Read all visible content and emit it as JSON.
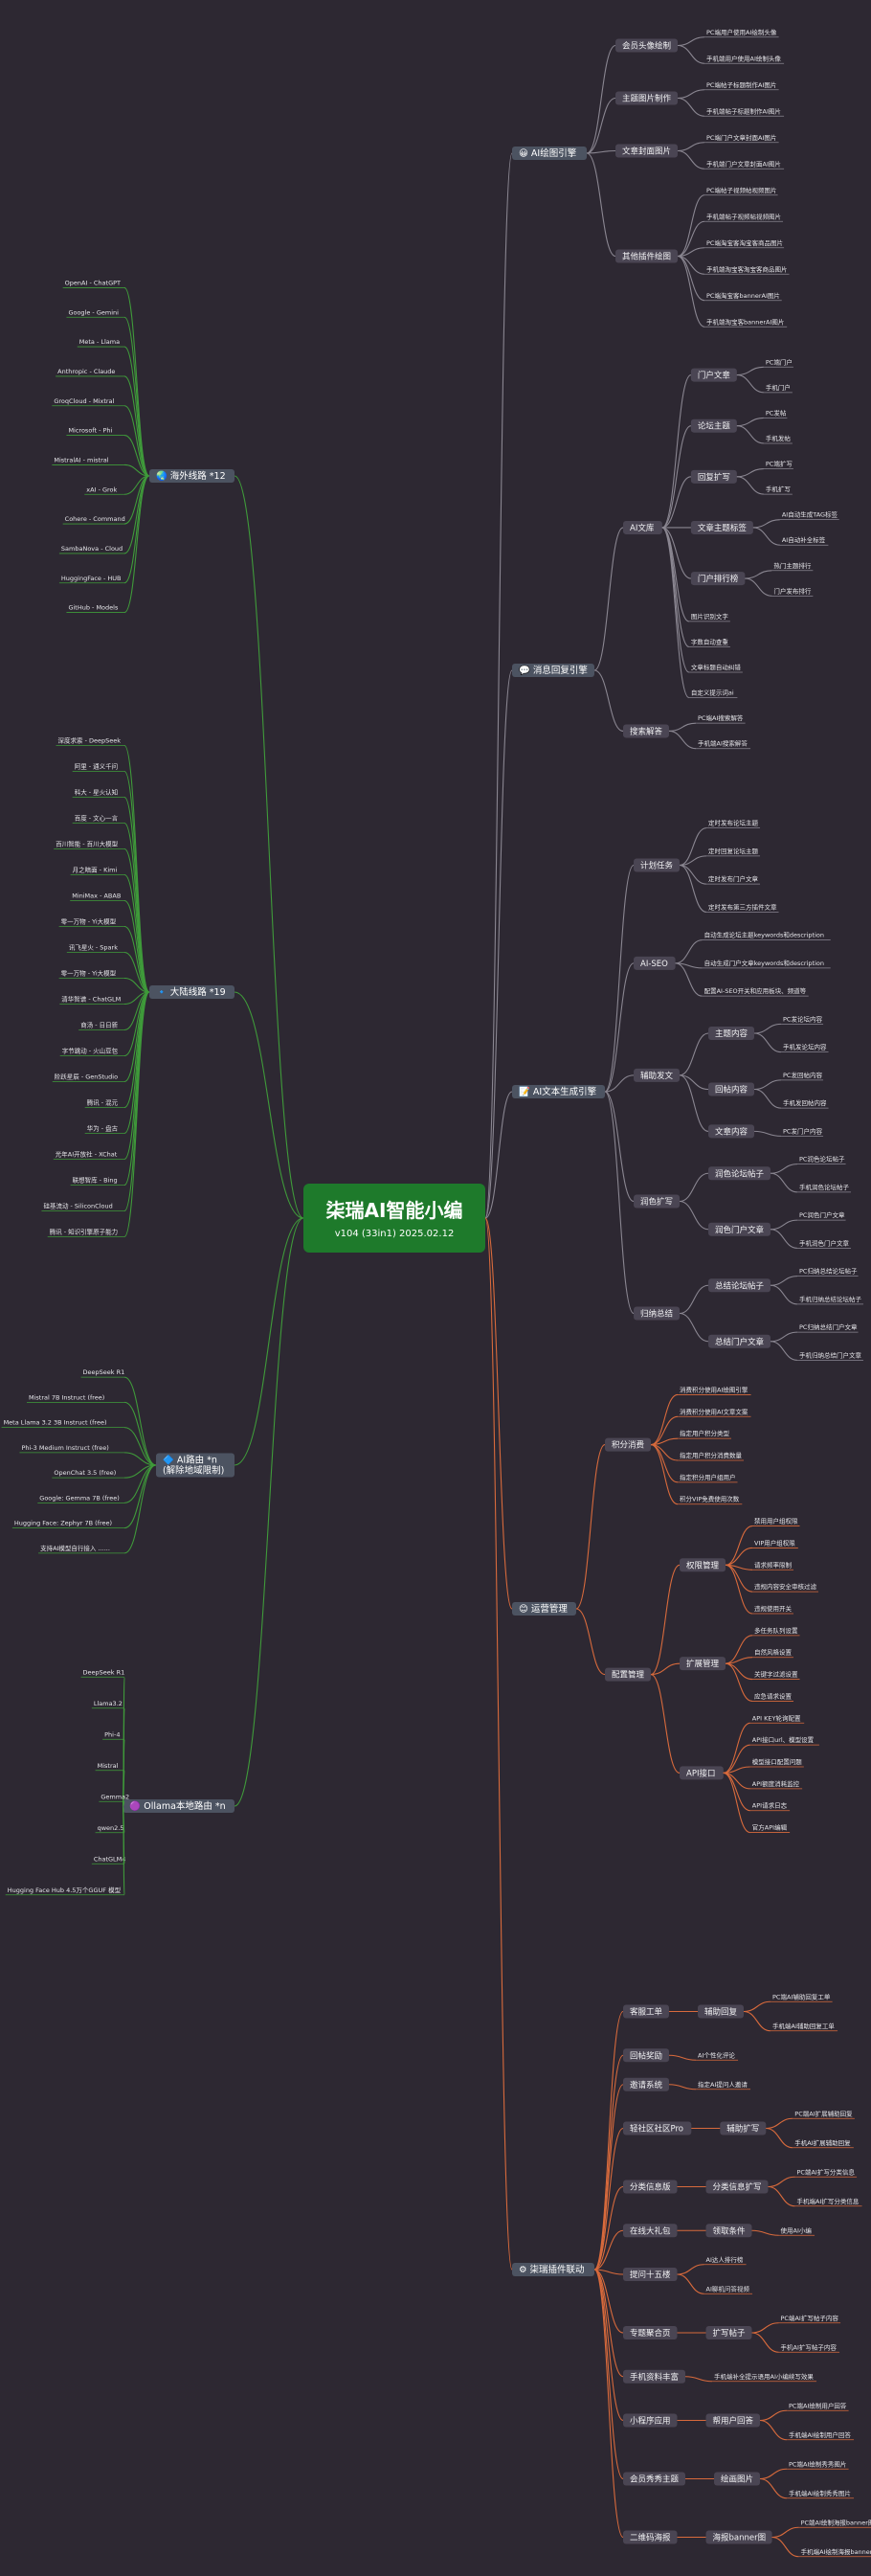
{
  "root": {
    "title": "柒瑞AI智能小编",
    "subtitle": "v104 (33in1) 2025.02.12"
  },
  "colors": {
    "green": "#3f9a3a",
    "grey": "#8a8691",
    "orange": "#d86a3c",
    "blue": "#4a8fd8",
    "yellow": "#f2c12e",
    "pink": "#d04ca0"
  },
  "branches": [
    {
      "label": "AI绘图引擎",
      "icon": "😀",
      "color": "grey",
      "children": [
        {
          "label": "会员头像绘制",
          "children": [
            "PC端用户使用AI绘制头像",
            "手机端用户使用AI绘制头像"
          ]
        },
        {
          "label": "主题图片制作",
          "children": [
            "PC端帖子标题制作AI图片",
            "手机端帖子标题制作AI图片"
          ]
        },
        {
          "label": "文章封面图片",
          "children": [
            "PC端门户文章封面AI图片",
            "手机端门户文章封面AI图片"
          ]
        },
        {
          "label": "其他插件绘图",
          "children": [
            "PC端帖子视频帖视频图片",
            "手机端帖子视频帖视频图片",
            "PC端淘宝客淘宝客商品图片",
            "手机端淘宝客淘宝客商品图片",
            "PC端淘宝客bannerAI图片",
            "手机端淘宝客bannerAI图片"
          ]
        }
      ]
    },
    {
      "label": "消息回复引擎",
      "icon": "💬",
      "color": "grey",
      "children": [
        {
          "label": "AI文库",
          "children": [
            {
              "label": "门户文章",
              "children": [
                "PC端门户",
                "手机门户"
              ]
            },
            {
              "label": "论坛主题",
              "children": [
                "PC发帖",
                "手机发帖"
              ]
            },
            {
              "label": "回复扩写",
              "children": [
                "PC端扩写",
                "手机扩写"
              ]
            },
            {
              "label": "文章主题标签",
              "children": [
                "AI自动生成TAG标签",
                "AI自动补全标签"
              ]
            },
            {
              "label": "门户排行榜",
              "children": [
                "热门主题排行",
                "门户发布排行"
              ]
            },
            {
              "label": "图片识别文字"
            },
            {
              "label": "字数自动查重"
            },
            {
              "label": "文章标题自动纠错"
            },
            {
              "label": "自定义提示词ai"
            }
          ]
        },
        {
          "label": "搜索解答",
          "children": [
            "PC端AI搜索解答",
            "手机端AI搜索解答"
          ]
        }
      ]
    },
    {
      "label": "AI文本生成引擎",
      "icon": "📝",
      "color": "grey",
      "children": [
        {
          "label": "计划任务",
          "children": [
            "定时发布论坛主题",
            "定时回复论坛主题",
            "定时发布门户文章",
            "定时发布第三方插件文章"
          ]
        },
        {
          "label": "AI-SEO",
          "children": [
            "自动生成论坛主题keywords和description",
            "自动生成门户文章keywords和description",
            "配置AI-SEO开关和应用板块、频道等"
          ]
        },
        {
          "label": "辅助发文",
          "children": [
            {
              "label": "主题内容",
              "children": [
                "PC发论坛内容",
                "手机发论坛内容"
              ]
            },
            {
              "label": "回帖内容",
              "children": [
                "PC发回帖内容",
                "手机发回帖内容"
              ]
            },
            {
              "label": "文章内容",
              "children": [
                "PC发门户内容"
              ]
            }
          ]
        },
        {
          "label": "润色扩写",
          "children": [
            {
              "label": "润色论坛帖子",
              "children": [
                "PC润色论坛帖子",
                "手机润色论坛帖子"
              ]
            },
            {
              "label": "润色门户文章",
              "children": [
                "PC润色门户文章",
                "手机润色门户文章"
              ]
            }
          ]
        },
        {
          "label": "归纳总结",
          "children": [
            {
              "label": "总结论坛帖子",
              "children": [
                "PC归纳总结论坛帖子",
                "手机归纳总结论坛帖子"
              ]
            },
            {
              "label": "总结门户文章",
              "children": [
                "PC归纳总结门户文章",
                "手机归纳总结门户文章"
              ]
            }
          ]
        }
      ]
    },
    {
      "label": "运营管理",
      "icon": "😊",
      "color": "orange",
      "children": [
        {
          "label": "积分消费",
          "children": [
            "消费积分使用AI绘图引擎",
            "消费积分使用AI文章文案",
            "指定用户积分类型",
            "指定用户积分消费数量",
            "指定积分用户组用户",
            "积分VIP免费使用次数"
          ]
        },
        {
          "label": "配置管理",
          "children": [
            {
              "label": "权限管理",
              "children": [
                "禁用用户组权限",
                "VIP用户组权限",
                "请求频率限制",
                "违规内容安全审核过滤",
                "违规使用开关"
              ]
            },
            {
              "label": "扩展管理",
              "children": [
                "多任务队列设置",
                "自然风格设置",
                "关键字过滤设置",
                "应急请求设置"
              ]
            },
            {
              "label": "API接口",
              "children": [
                "API KEY轮询配置",
                "API接口url、模型设置",
                "模型接口配置问题",
                "API额度消耗监控",
                "API请求日志",
                "官方API编辑"
              ]
            }
          ]
        }
      ]
    },
    {
      "label": "柒瑞插件联动",
      "icon": "⚙",
      "color": "orange",
      "children": [
        {
          "label": "客服工单",
          "children": [
            {
              "label": "辅助回复",
              "children": [
                "PC端AI辅助回复工单",
                "手机端AI辅助回复工单"
              ]
            }
          ]
        },
        {
          "label": "回帖奖励",
          "children": [
            "AI个性化评论"
          ]
        },
        {
          "label": "邀请系统",
          "children": [
            "指定AI提问人邀请"
          ]
        },
        {
          "label": "轻社区社区Pro",
          "children": [
            {
              "label": "辅助扩写",
              "children": [
                "PC端AI扩展辅助回复",
                "手机AI扩展辅助回复"
              ]
            }
          ]
        },
        {
          "label": "分类信息版",
          "children": [
            {
              "label": "分类信息扩写",
              "children": [
                "PC端AI扩写分类信息",
                "手机端AI扩写分类信息"
              ]
            }
          ]
        },
        {
          "label": "在线大礼包",
          "children": [
            {
              "label": "领取条件",
              "children": [
                "使用AI小编"
              ]
            }
          ]
        },
        {
          "label": "提问十五楼",
          "children": [
            "AI达人排行榜",
            "AI聊机问答视频"
          ]
        },
        {
          "label": "专题聚合页",
          "children": [
            {
              "label": "扩写帖子",
              "children": [
                "PC端AI扩写帖子内容",
                "手机AI扩写帖子内容"
              ]
            }
          ]
        },
        {
          "label": "手机资料丰富",
          "children": [
            "手机端补全提示语用AI小编续写效果"
          ]
        },
        {
          "label": "小程序应用",
          "children": [
            {
              "label": "帮用户回答",
              "children": [
                "PC端AI绘制用户回答",
                "手机端AI绘制用户回答"
              ]
            }
          ]
        },
        {
          "label": "会员秀秀主题",
          "children": [
            {
              "label": "绘画图片",
              "children": [
                "PC端AI绘制秀秀图片",
                "手机端AI绘制秀秀图片"
              ]
            }
          ]
        },
        {
          "label": "二维码海报",
          "children": [
            {
              "label": "海报banner图",
              "children": [
                "PC端AI绘制海报banner图",
                "手机端AI绘制海报banner图"
              ]
            }
          ]
        }
      ]
    },
    {
      "label": "海外线路 *12",
      "icon": "🌏",
      "color": "green",
      "children": [
        "OpenAI - ChatGPT",
        "Google - Gemini",
        "Meta - Llama",
        "Anthropic - Claude",
        "GroqCloud - Mixtral",
        "Microsoft - Phi",
        "MistralAI - mistral",
        "xAI - Grok",
        "Cohere - Command",
        "SambaNova - Cloud",
        "HuggingFace - HUB",
        "GitHub - Models"
      ]
    },
    {
      "label": "大陆线路 *19",
      "icon": "🔹",
      "color": "green",
      "children": [
        "深度求索 - DeepSeek",
        "阿里 - 通义千问",
        "科大 - 星火认知",
        "百度 - 文心一言",
        "百川智能 - 百川大模型",
        "月之暗面 - Kimi",
        "MiniMax - ABAB",
        "零一万物 - Yi大模型",
        "讯飞星火 - Spark",
        "零一万物 - Yi大模型",
        "清华智谱 - ChatGLM",
        "商汤 - 日日新",
        "字节跳动 - 火山豆包",
        "阶跃星辰 - GenStudio",
        "腾讯 - 混元",
        "华为 - 盘古",
        "光年AI开放社 - XChat",
        "联想智库 - Bing",
        "硅基流动 - SiliconCloud",
        "腾讯 - 知识引擎原子能力"
      ]
    },
    {
      "label": "AI路由 *n\n(解除地域限制)",
      "icon": "🔷",
      "color": "green",
      "children": [
        "DeepSeek R1",
        "Mistral 7B Instruct (free)",
        "Meta Llama 3.2 3B Instruct (free)",
        "Phi-3 Medium Instruct (free)",
        "OpenChat 3.5 (free)",
        "Google: Gemma 7B (free)",
        "Hugging Face: Zephyr 7B (free)",
        "支持AI模型自行接入 ......"
      ]
    },
    {
      "label": "Ollama本地路由 *n",
      "icon": "🟣",
      "color": "green",
      "children": [
        "DeepSeek R1",
        "Llama3.2",
        "Phi-4",
        "Mistral",
        "Gemma2",
        "qwen2.5",
        "ChatGLM4",
        "Hugging Face Hub 4.5万个GGUF 模型"
      ]
    }
  ]
}
